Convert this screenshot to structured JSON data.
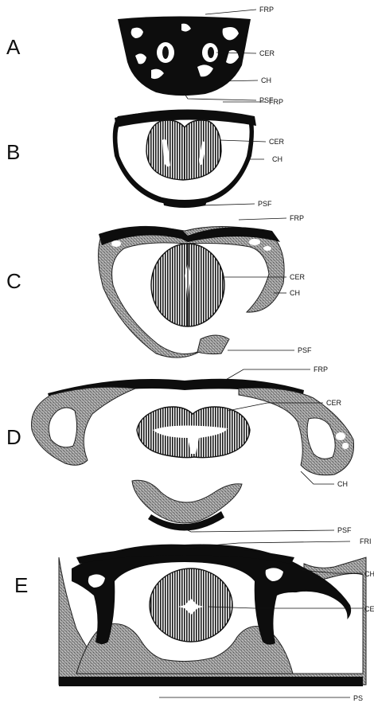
{
  "panels": [
    {
      "letter": "A",
      "labels": {
        "frp": "FRP",
        "cer": "CER",
        "ch": "CH",
        "psf": "PSF"
      }
    },
    {
      "letter": "B",
      "labels": {
        "frp": "FRP",
        "cer": "CER",
        "ch": "CH",
        "psf": "PSF"
      }
    },
    {
      "letter": "C",
      "labels": {
        "frp": "FRP",
        "cer": "CER",
        "ch": "CH",
        "psf": "PSF"
      }
    },
    {
      "letter": "D",
      "labels": {
        "frp": "FRP",
        "cer": "CER",
        "ch": "CH",
        "psf": "PSF"
      }
    },
    {
      "letter": "E",
      "labels": {
        "frp": "FRI",
        "cer": "CE",
        "ch": "CH",
        "psf": "PS"
      }
    }
  ]
}
